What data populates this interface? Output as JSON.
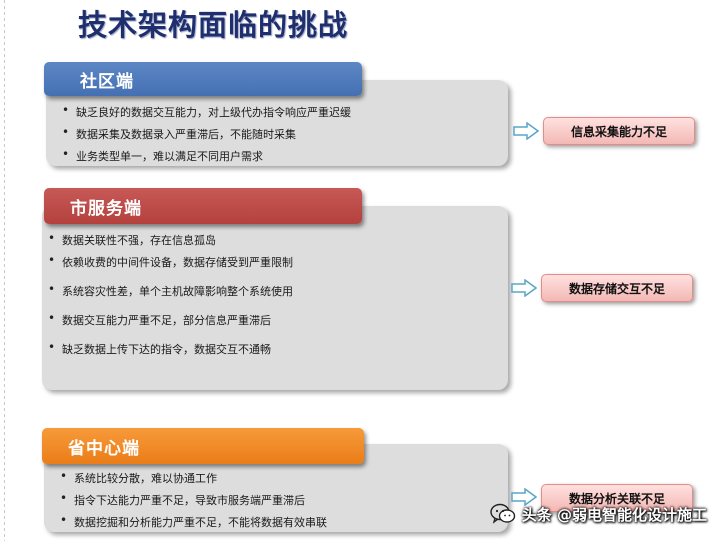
{
  "title": "技术架构面临的挑战",
  "sections": [
    {
      "header": "社区端",
      "color": "#4a77b8",
      "bullets": [
        "缺乏良好的数据交互能力，对上级代办指令响应严重迟缓",
        "数据采集及数据录入严重滞后，不能随时采集",
        "业务类型单一，难以满足不同用户需求"
      ],
      "result": "信息采集能力不足"
    },
    {
      "header": "市服务端",
      "color": "#b94844",
      "bullets": [
        "数据关联性不强，存在信息孤岛",
        "依赖收费的中间件设备，数据存储受到严重限制",
        "系统容灾性差，单个主机故障影响整个系统使用",
        "数据交互能力严重不足，部分信息严重滞后",
        "缺乏数据上传下达的指令，数据交互不通畅"
      ],
      "result": "数据存储交互不足"
    },
    {
      "header": "省中心端",
      "color": "#f08a24",
      "bullets": [
        "系统比较分散，难以协通工作",
        "指令下达能力严重不足，导致市服务端严重滞后",
        "数据挖掘和分析能力严重不足，不能将数据有效串联"
      ],
      "result": "数据分析关联不足"
    }
  ],
  "watermark": {
    "icon": "wechat-icon",
    "text": "头条 @弱电智能化设计施工"
  }
}
